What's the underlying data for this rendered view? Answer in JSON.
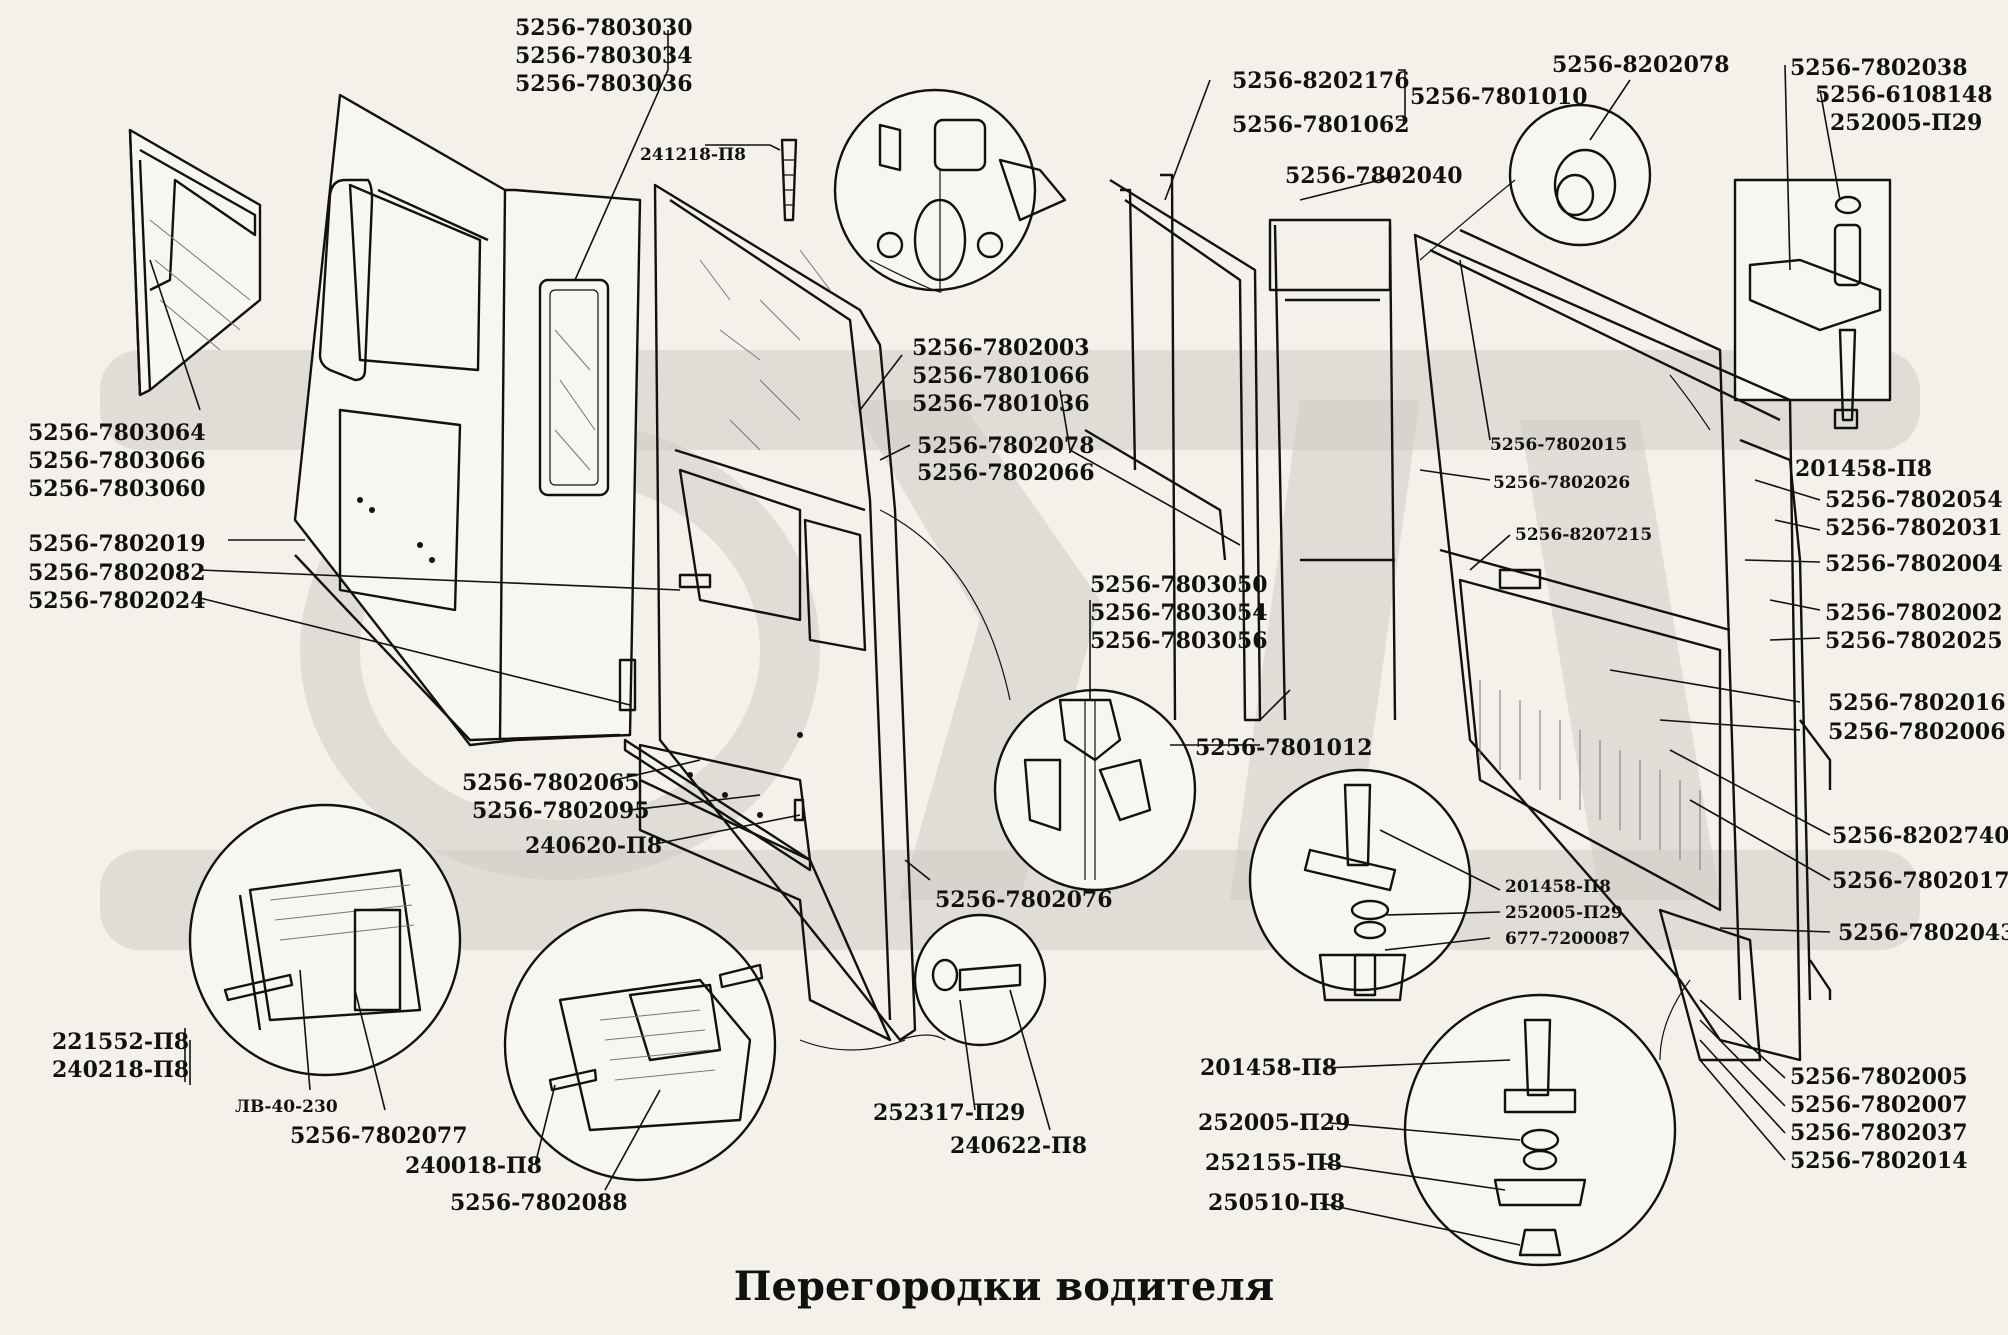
{
  "title": "Перегородки водителя",
  "labels": [
    {
      "id": "l1",
      "text": "5256-7803030"
    },
    {
      "id": "l2",
      "text": "5256-7803034"
    },
    {
      "id": "l3",
      "text": "5256-7803036"
    },
    {
      "id": "l4",
      "text": "241218-П8"
    },
    {
      "id": "l5",
      "text": "5256-7803064"
    },
    {
      "id": "l6",
      "text": "5256-7803066"
    },
    {
      "id": "l7",
      "text": "5256-7803060"
    },
    {
      "id": "l8",
      "text": "5256-7802019"
    },
    {
      "id": "l9",
      "text": "5256-7802082"
    },
    {
      "id": "l10",
      "text": "5256-7802024"
    },
    {
      "id": "l11",
      "text": "5256-7802003"
    },
    {
      "id": "l12",
      "text": "5256-7801066"
    },
    {
      "id": "l13",
      "text": "5256-7801036"
    },
    {
      "id": "l14",
      "text": "5256-7802078"
    },
    {
      "id": "l15",
      "text": "5256-7802066"
    },
    {
      "id": "l16",
      "text": "5256-8202176"
    },
    {
      "id": "l17",
      "text": "5256-7801010"
    },
    {
      "id": "l18",
      "text": "5256-7801062"
    },
    {
      "id": "l19",
      "text": "5256-7802040"
    },
    {
      "id": "l20",
      "text": "5256-8202078"
    },
    {
      "id": "l21",
      "text": "5256-7802038"
    },
    {
      "id": "l22",
      "text": "5256-6108148"
    },
    {
      "id": "l23",
      "text": "252005-П29"
    },
    {
      "id": "l24",
      "text": "201458-П8"
    },
    {
      "id": "l25",
      "text": "5256-7802015"
    },
    {
      "id": "l26",
      "text": "5256-7802026"
    },
    {
      "id": "l27",
      "text": "5256-8207215"
    },
    {
      "id": "l28",
      "text": "5256-7802054"
    },
    {
      "id": "l29",
      "text": "5256-7802031"
    },
    {
      "id": "l30",
      "text": "5256-7802004"
    },
    {
      "id": "l31",
      "text": "5256-7802002"
    },
    {
      "id": "l32",
      "text": "5256-7802025"
    },
    {
      "id": "l33",
      "text": "5256-7803050"
    },
    {
      "id": "l34",
      "text": "5256-7803054"
    },
    {
      "id": "l35",
      "text": "5256-7803056"
    },
    {
      "id": "l36",
      "text": "5256-7801012"
    },
    {
      "id": "l37",
      "text": "5256-7802016"
    },
    {
      "id": "l38",
      "text": "5256-7802006"
    },
    {
      "id": "l39",
      "text": "5256-8202740"
    },
    {
      "id": "l40",
      "text": "5256-7802017"
    },
    {
      "id": "l41",
      "text": "5256-7802043"
    },
    {
      "id": "l42",
      "text": "5256-7802065"
    },
    {
      "id": "l43",
      "text": "5256-7802095"
    },
    {
      "id": "l44",
      "text": "240620-П8"
    },
    {
      "id": "l45",
      "text": "5256-7802076"
    },
    {
      "id": "l46",
      "text": "201458-П8"
    },
    {
      "id": "l47",
      "text": "252005-П29"
    },
    {
      "id": "l48",
      "text": "677-7200087"
    },
    {
      "id": "l49",
      "text": "221552-П8"
    },
    {
      "id": "l50",
      "text": "240218-П8"
    },
    {
      "id": "l51",
      "text": "ЛВ-40-230"
    },
    {
      "id": "l52",
      "text": "5256-7802077"
    },
    {
      "id": "l53",
      "text": "240018-П8"
    },
    {
      "id": "l54",
      "text": "5256-7802088"
    },
    {
      "id": "l55",
      "text": "252317-П29"
    },
    {
      "id": "l56",
      "text": "240622-П8"
    },
    {
      "id": "l57",
      "text": "201458-П8"
    },
    {
      "id": "l58",
      "text": "252005-П29"
    },
    {
      "id": "l59",
      "text": "252155-П8"
    },
    {
      "id": "l60",
      "text": "250510-П8"
    },
    {
      "id": "l61",
      "text": "5256-7802005"
    },
    {
      "id": "l62",
      "text": "5256-7802007"
    },
    {
      "id": "l63",
      "text": "5256-7802037"
    },
    {
      "id": "l64",
      "text": "5256-7802014"
    }
  ]
}
